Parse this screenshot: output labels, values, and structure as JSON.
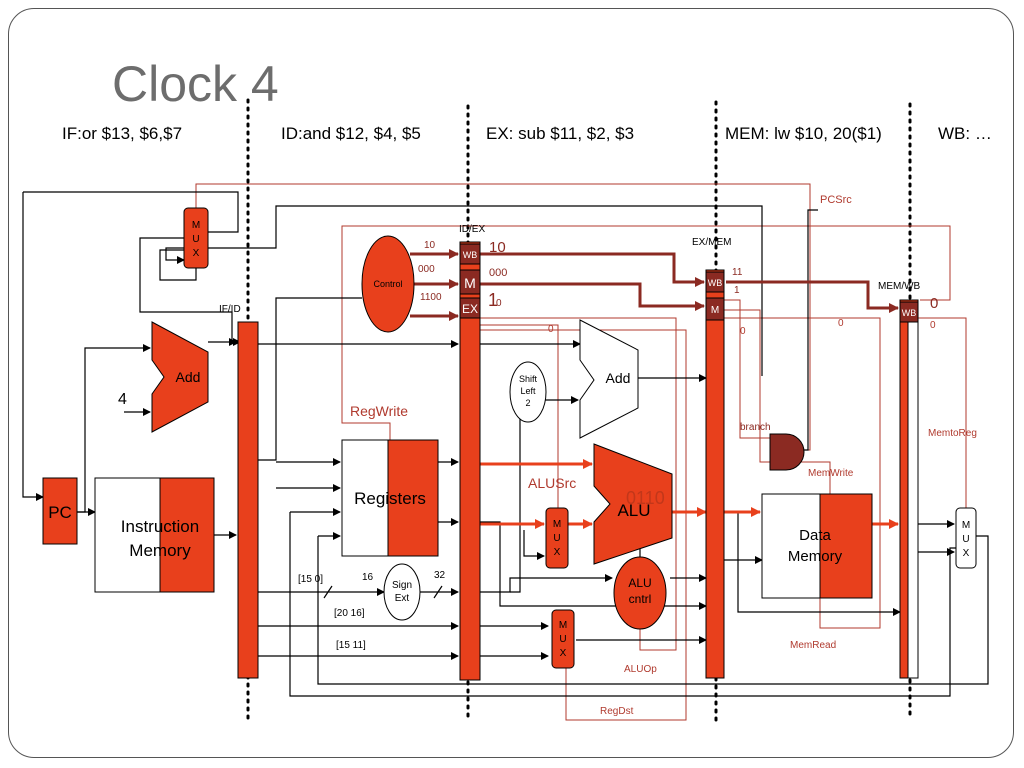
{
  "title": "Clock 4",
  "stages": {
    "if": "IF:or $13, $6,$7",
    "id": "ID:and $12, $4, $5",
    "ex": "EX: sub $11, $2, $3",
    "mem": "MEM: lw $10, 20($1)",
    "wb": "WB: …"
  },
  "labels": {
    "pcsrc": "PCSrc",
    "mux": [
      "M",
      "U",
      "X"
    ],
    "if_id": "IF/ID",
    "id_ex": "ID/EX",
    "ex_mem": "EX/MEM",
    "mem_wb": "MEM/WB",
    "control": "Control",
    "add": "Add",
    "four": "4",
    "pc": "PC",
    "instruction_memory": [
      "Instruction",
      "Memory"
    ],
    "registers": "Registers",
    "regwrite": "RegWrite",
    "shift_left": [
      "Shift",
      "Left",
      "2"
    ],
    "alu": "ALU",
    "alusrc": "ALUSrc",
    "alu_cntrl": [
      "ALU",
      "cntrl"
    ],
    "aluop": "ALUOp",
    "regdst": "RegDst",
    "sign_ext": [
      "Sign",
      "Ext"
    ],
    "bits_15_0": "[15  0]",
    "bits_20_16": "[20  16]",
    "bits_15_11": "[15  11]",
    "sixteen": "16",
    "thirtytwo": "32",
    "branch": "branch",
    "memwrite": "MemWrite",
    "memread": "MemRead",
    "memtoreg": "MemtoReg",
    "data_memory": [
      "Data",
      "Memory"
    ],
    "wb": "WB",
    "m": "M",
    "ex": "EX",
    "ctl_10": "10",
    "ctl_000": "000",
    "ctl_1100": "1100",
    "idex_wb_val": "10",
    "idex_m_val": "000",
    "idex_ex_val_big": "1",
    "idex_ex_val_small": "0",
    "idex_zero": "0",
    "exmem_11": "11",
    "exmem_1": "1",
    "exmem_0": "0",
    "mid_0": "0",
    "memwb_0_big": "0",
    "memwb_0_small": "0",
    "alu_overlay": "0110"
  },
  "colors": {
    "accent_red": "#e8401c",
    "dark_red": "#8b2a22",
    "wire_red": "#b03a2e",
    "wire_black": "#000000"
  }
}
